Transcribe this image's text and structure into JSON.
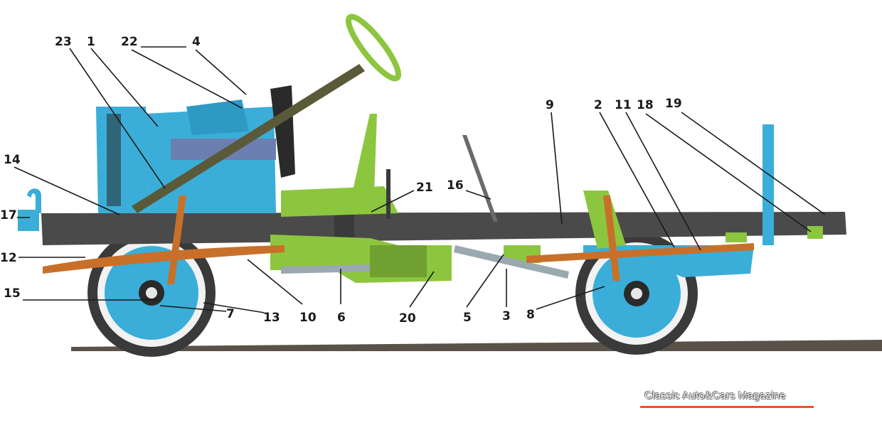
{
  "callouts": [
    "23",
    "1",
    "22",
    "4",
    "9",
    "2",
    "11",
    "18",
    "19",
    "14",
    "21",
    "16",
    "17",
    "12",
    "15",
    "7",
    "13",
    "10",
    "6",
    "20",
    "5",
    "3",
    "8"
  ],
  "watermark": "Classic Auto&Cars Magazine",
  "colors": {
    "frame": "#4a4a4a",
    "engine_body": "#3aaed8",
    "transmission": "#8cc63f",
    "springs": "#c8702a",
    "tire": "#3a3a3a",
    "ground": "#5a5248",
    "watermark_underline": "#e35a1a"
  }
}
